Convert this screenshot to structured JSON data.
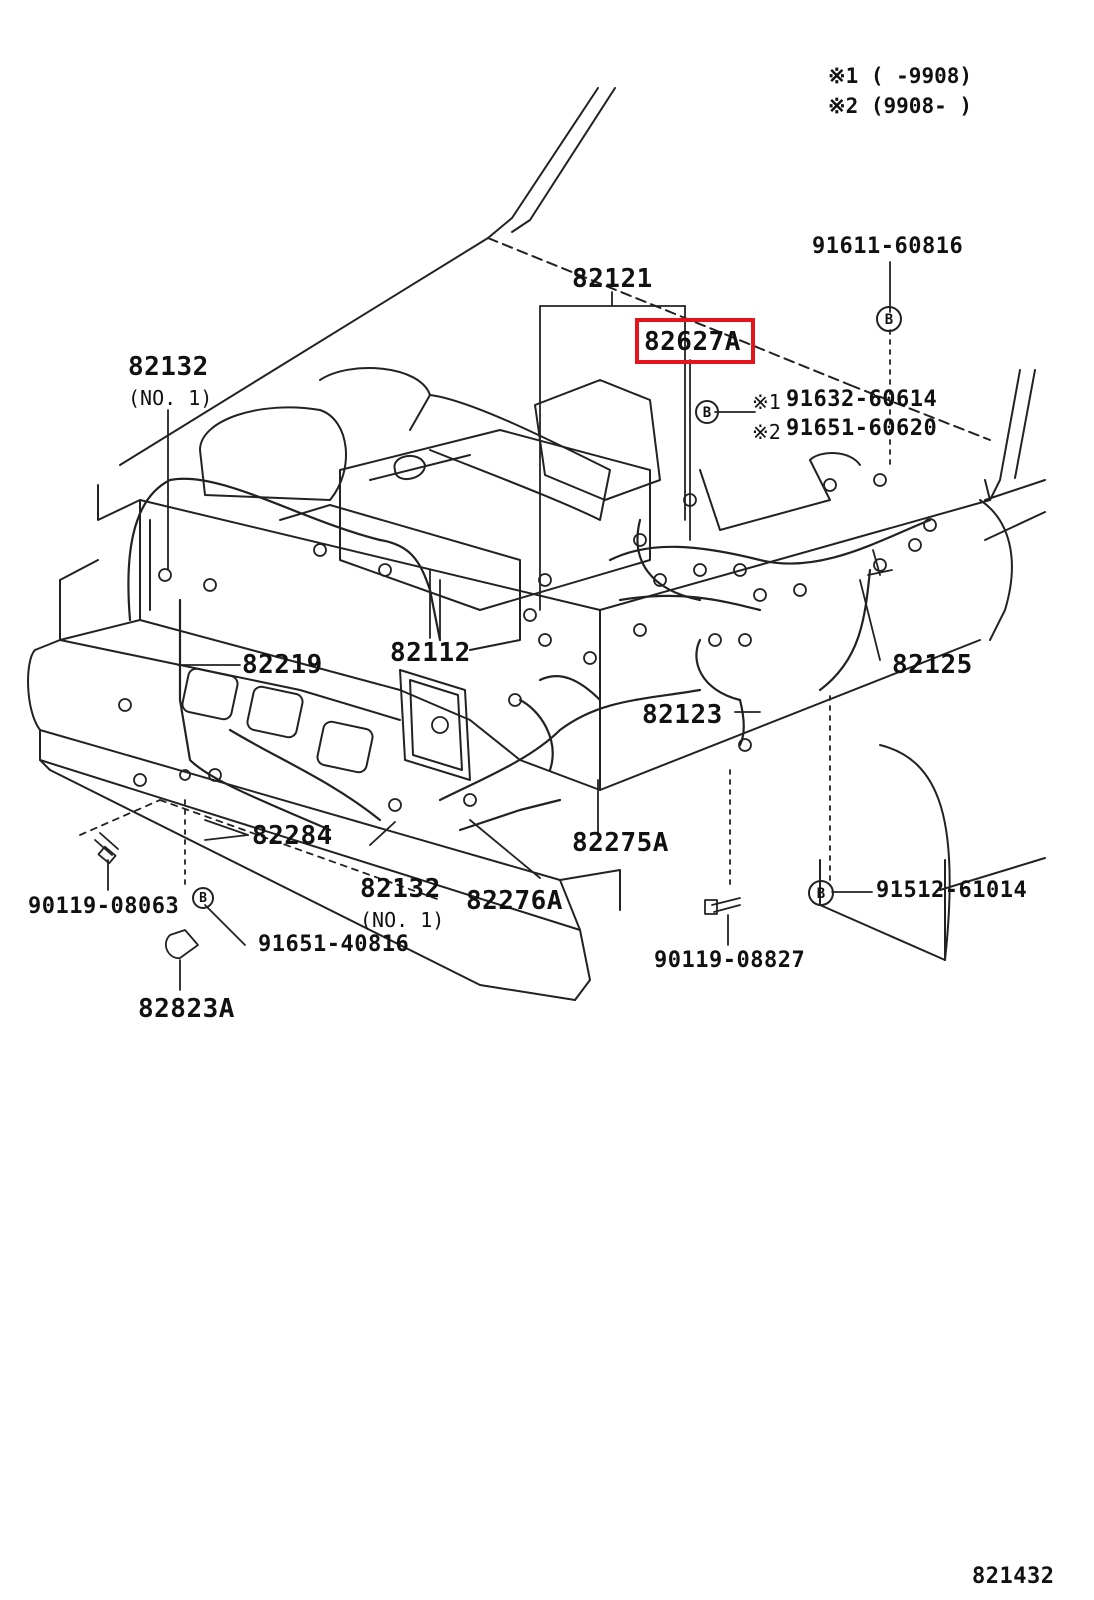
{
  "notes": {
    "note1": "※1 (      -9908)",
    "note2": "※2 (9908-      )"
  },
  "labels": {
    "p82121": "82121",
    "p82627A": "82627A",
    "p82132_top": "82132",
    "p82132_top_sub": "(NO. 1)",
    "p91611": "91611-60816",
    "p91632": "91632-60614",
    "p91651_60620": "91651-60620",
    "p91632_mark": "※1",
    "p91651_mark": "※2",
    "p82219": "82219",
    "p82112": "82112",
    "p82125": "82125",
    "p82123": "82123",
    "p82284": "82284",
    "p82275A": "82275A",
    "p82132_bot": "82132",
    "p82132_bot_sub": "(NO. 1)",
    "p82276A": "82276A",
    "p90119_08063": "90119-08063",
    "p91651_40816": "91651-40816",
    "p82823A": "82823A",
    "p91512": "91512-61014",
    "p90119_08827": "90119-08827",
    "diagram_code": "821432"
  },
  "markers": {
    "b": "B"
  },
  "highlight": {
    "color": "#e3141b",
    "part": "82627A"
  }
}
